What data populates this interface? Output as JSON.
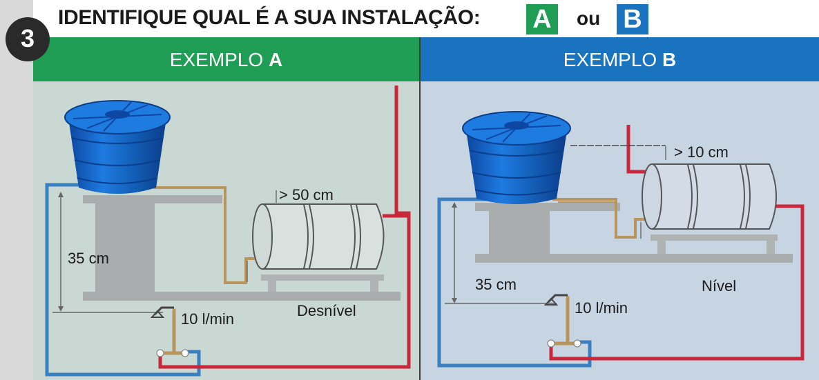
{
  "header": {
    "step_number": "3",
    "title": "IDENTIFIQUE QUAL É A SUA INSTALAÇÃO:",
    "option_a": "A",
    "connector": "ou",
    "option_b": "B"
  },
  "panel_a": {
    "heading_prefix": "EXEMPLO ",
    "heading_letter": "A",
    "height_label": "35 cm",
    "gap_label": "> 50 cm",
    "flow_label": "10 l/min",
    "condition_label": "Desnível"
  },
  "panel_b": {
    "heading_prefix": "EXEMPLO ",
    "heading_letter": "B",
    "height_label": "35 cm",
    "gap_label": "> 10 cm",
    "flow_label": "10 l/min",
    "condition_label": "Nível"
  },
  "colors": {
    "green": "#1f9d55",
    "blue": "#1a73bf",
    "hot_pipe": "#c8283a",
    "cold_pipe": "#3a7fc0",
    "feed_pipe": "#b8955c",
    "water_tank": "#1565c0"
  }
}
